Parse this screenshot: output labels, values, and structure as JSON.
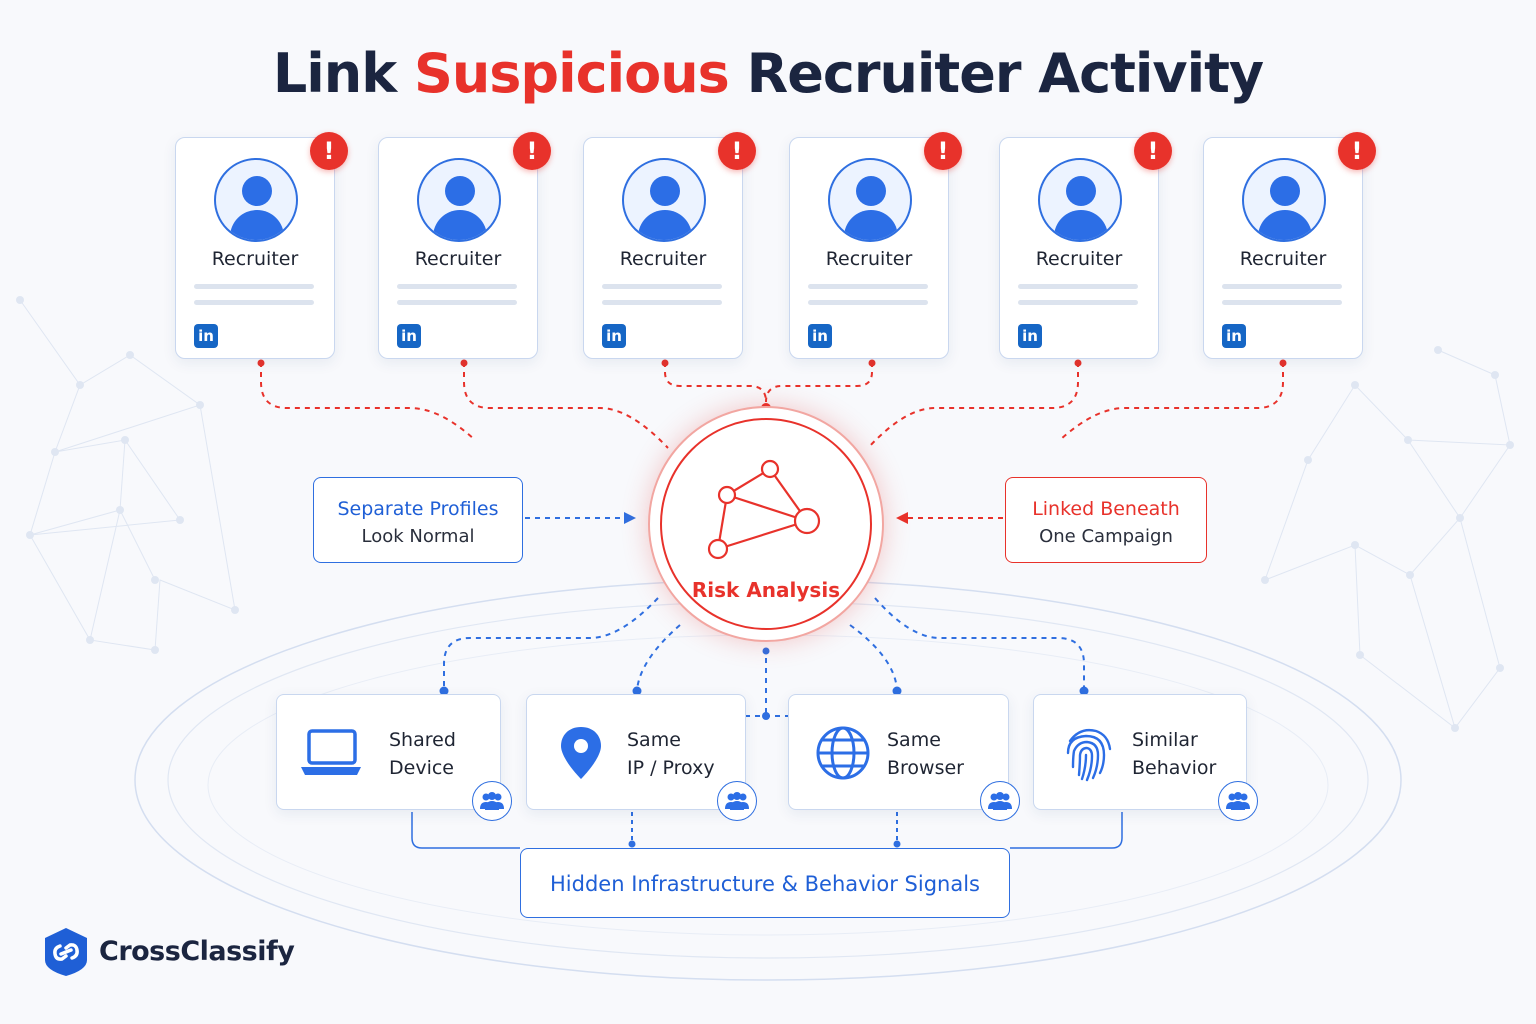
{
  "title": {
    "part1": "Link",
    "highlight": "Suspicious",
    "part2": "Recruiter Activity"
  },
  "recruiter_cards": [
    {
      "label": "Recruiter",
      "network_icon": "in",
      "alert": "!"
    },
    {
      "label": "Recruiter",
      "network_icon": "in",
      "alert": "!"
    },
    {
      "label": "Recruiter",
      "network_icon": "in",
      "alert": "!"
    },
    {
      "label": "Recruiter",
      "network_icon": "in",
      "alert": "!"
    },
    {
      "label": "Recruiter",
      "network_icon": "in",
      "alert": "!"
    },
    {
      "label": "Recruiter",
      "network_icon": "in",
      "alert": "!"
    }
  ],
  "left_note": {
    "line1": "Separate Profiles",
    "line2": "Look Normal"
  },
  "right_note": {
    "line1": "Linked Beneath",
    "line2": "One Campaign"
  },
  "center": {
    "label": "Risk Analysis",
    "icon": "network-graph-icon"
  },
  "signals": [
    {
      "line1": "Shared",
      "line2": "Device",
      "icon": "laptop-icon"
    },
    {
      "line1": "Same",
      "line2": "IP / Proxy",
      "icon": "location-pin-icon"
    },
    {
      "line1": "Same",
      "line2": "Browser",
      "icon": "globe-icon"
    },
    {
      "line1": "Similar",
      "line2": "Behavior",
      "icon": "fingerprint-icon"
    }
  ],
  "hidden_signals": "Hidden Infrastructure & Behavior Signals",
  "brand": "CrossClassify",
  "colors": {
    "red": "#e8322b",
    "blue": "#1f5fd6",
    "navy": "#1b2540",
    "linkedin": "#1666c5"
  }
}
